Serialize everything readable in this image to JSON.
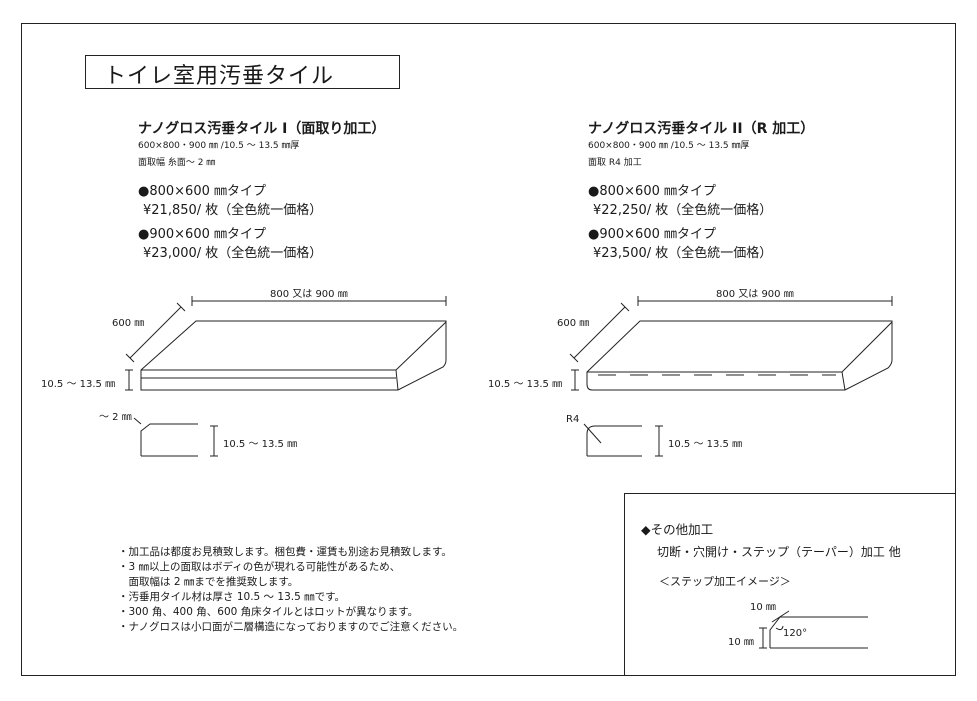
{
  "title": "トイレ室用汚垂タイル",
  "products": [
    {
      "name": "ナノグロス汚垂タイル I（面取り加工）",
      "spec": "600×800・900 ㎜ /10.5 ～ 13.5 ㎜厚",
      "edge": "面取幅 糸面～ 2 ㎜",
      "types": [
        {
          "size": "●800×600 ㎜タイプ",
          "price": "¥21,850/ 枚（全色統一価格）"
        },
        {
          "size": "●900×600 ㎜タイプ",
          "price": "¥23,000/ 枚（全色統一価格）"
        }
      ],
      "diagram": {
        "length": "800 又は 900 ㎜",
        "width": "600 ㎜",
        "thickness": "10.5 ～ 13.5 ㎜",
        "edge_label": "～ 2 ㎜",
        "section_thickness": "10.5 ～ 13.5 ㎜"
      }
    },
    {
      "name": "ナノグロス汚垂タイル II（R 加工）",
      "spec": "600×800・900 ㎜ /10.5 ～ 13.5 ㎜厚",
      "edge": "面取 R4 加工",
      "types": [
        {
          "size": "●800×600 ㎜タイプ",
          "price": "¥22,250/ 枚（全色統一価格）"
        },
        {
          "size": "●900×600 ㎜タイプ",
          "price": "¥23,500/ 枚（全色統一価格）"
        }
      ],
      "diagram": {
        "length": "800 又は 900 ㎜",
        "width": "600 ㎜",
        "thickness": "10.5 ～ 13.5 ㎜",
        "edge_label": "R4",
        "section_thickness": "10.5 ～ 13.5 ㎜"
      }
    }
  ],
  "notes": [
    "・加工品は都度お見積致します。梱包費・運賃も別途お見積致します。",
    "・3 ㎜以上の面取はボディの色が現れる可能性があるため、",
    "　面取幅は 2 ㎜までを推奨致します。",
    "・汚垂用タイル材は厚さ 10.5 ～ 13.5 ㎜です。",
    "・300 角、400 角、600 角床タイルとはロットが異なります。",
    "・ナノグロスは小口面が二層構造になっておりますのでご注意ください。"
  ],
  "other": {
    "title": "◆その他加工",
    "line": "切断・穴開け・ステップ（テーパー）加工 他",
    "caption": "＜ステップ加工イメージ＞",
    "step_width": "10 ㎜",
    "step_height": "10 ㎜",
    "angle": "120°"
  }
}
